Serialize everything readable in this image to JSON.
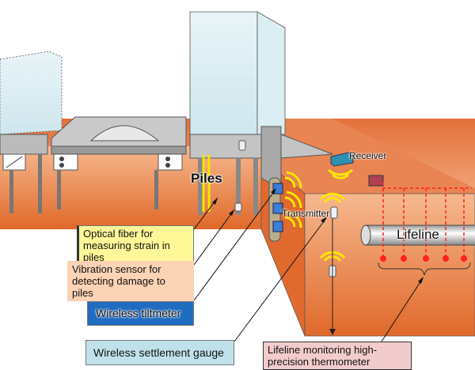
{
  "labels": {
    "piles": "Piles",
    "receiver": "Receiver",
    "transmitter": "Transmitter",
    "lifeline": "Lifeline",
    "optical_fiber": "Optical fiber for measuring strain in piles",
    "vibration_sensor": "Vibration sensor for detecting damage to piles",
    "tiltmeter": "Wireless tiltmeter",
    "settlement_gauge": "Wireless settlement gauge",
    "thermometer": "Lifeline monitoring high-precision thermometer"
  },
  "colors": {
    "ground": "#e8824a",
    "optical_fiber_box": "#fff899",
    "vibration_box": "#fbd3b5",
    "tiltmeter_box": "#1f6cc0",
    "settlement_box": "#bfe2ea",
    "thermometer_box": "#f2cccc",
    "wireless_signal": "#ffe600",
    "thermometer_points": "#ff2020"
  }
}
